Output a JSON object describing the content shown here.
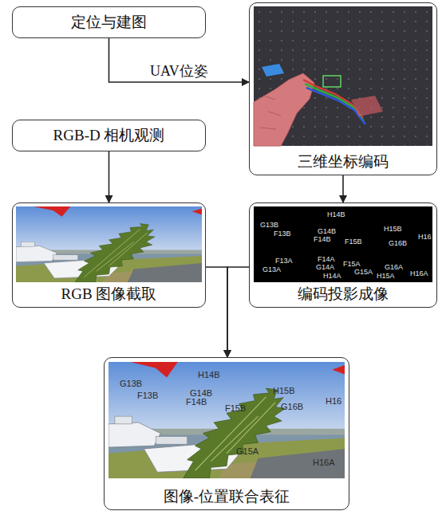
{
  "diagram": {
    "nodes": [
      {
        "text": [
          "定位与建图"
        ]
      },
      {
        "text": [
          "三维坐标编码"
        ]
      },
      {
        "text": [
          "RGB-D 相机观测"
        ]
      },
      {
        "text": [
          "RGB 图像截取"
        ]
      },
      {
        "text": [
          "编码投影成像"
        ]
      },
      {
        "text": [
          "图像-位置联合表征"
        ]
      }
    ],
    "edges": [
      {
        "from": 0,
        "to": 1,
        "label": "UAV位姿",
        "arrow": "to"
      },
      {
        "from": 2,
        "to": 3,
        "arrow": "to"
      },
      {
        "from": 1,
        "to": 4,
        "arrow": "to"
      },
      {
        "from": 3,
        "to": 5,
        "arrow": "to"
      },
      {
        "from": 4,
        "to": 5,
        "arrow": "to"
      }
    ],
    "labels": [
      "H14B",
      "G13B",
      "F13B",
      "G14B",
      "F14B",
      "F15B",
      "H15B",
      "G16B",
      "H16",
      "F13A",
      "G13A",
      "F14A",
      "G14A",
      "F15A",
      "G15A",
      "G16A",
      "H14A",
      "H15A",
      "H16A",
      "G13B",
      "H14B",
      "F13B",
      "G14B",
      "F14B",
      "F15B",
      "H15B",
      "G16B",
      "H16",
      "G15A",
      "H16A"
    ]
  }
}
